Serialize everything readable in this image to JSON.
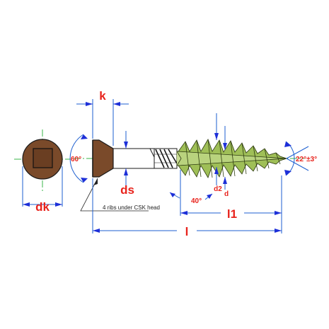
{
  "labels": {
    "k": "k",
    "ds": "ds",
    "dk": "dk",
    "l": "l",
    "l1": "l1",
    "d2": "d2",
    "d": "d",
    "head_angle": "60°",
    "thread_angle": "40°",
    "tip_angle": "22°±3°",
    "note": "4 ribs under CSK head"
  },
  "colors": {
    "head": "#7a4a2a",
    "thread": "#9fbf57",
    "label": "#e8231c",
    "dimension": "#1d5fd0"
  }
}
